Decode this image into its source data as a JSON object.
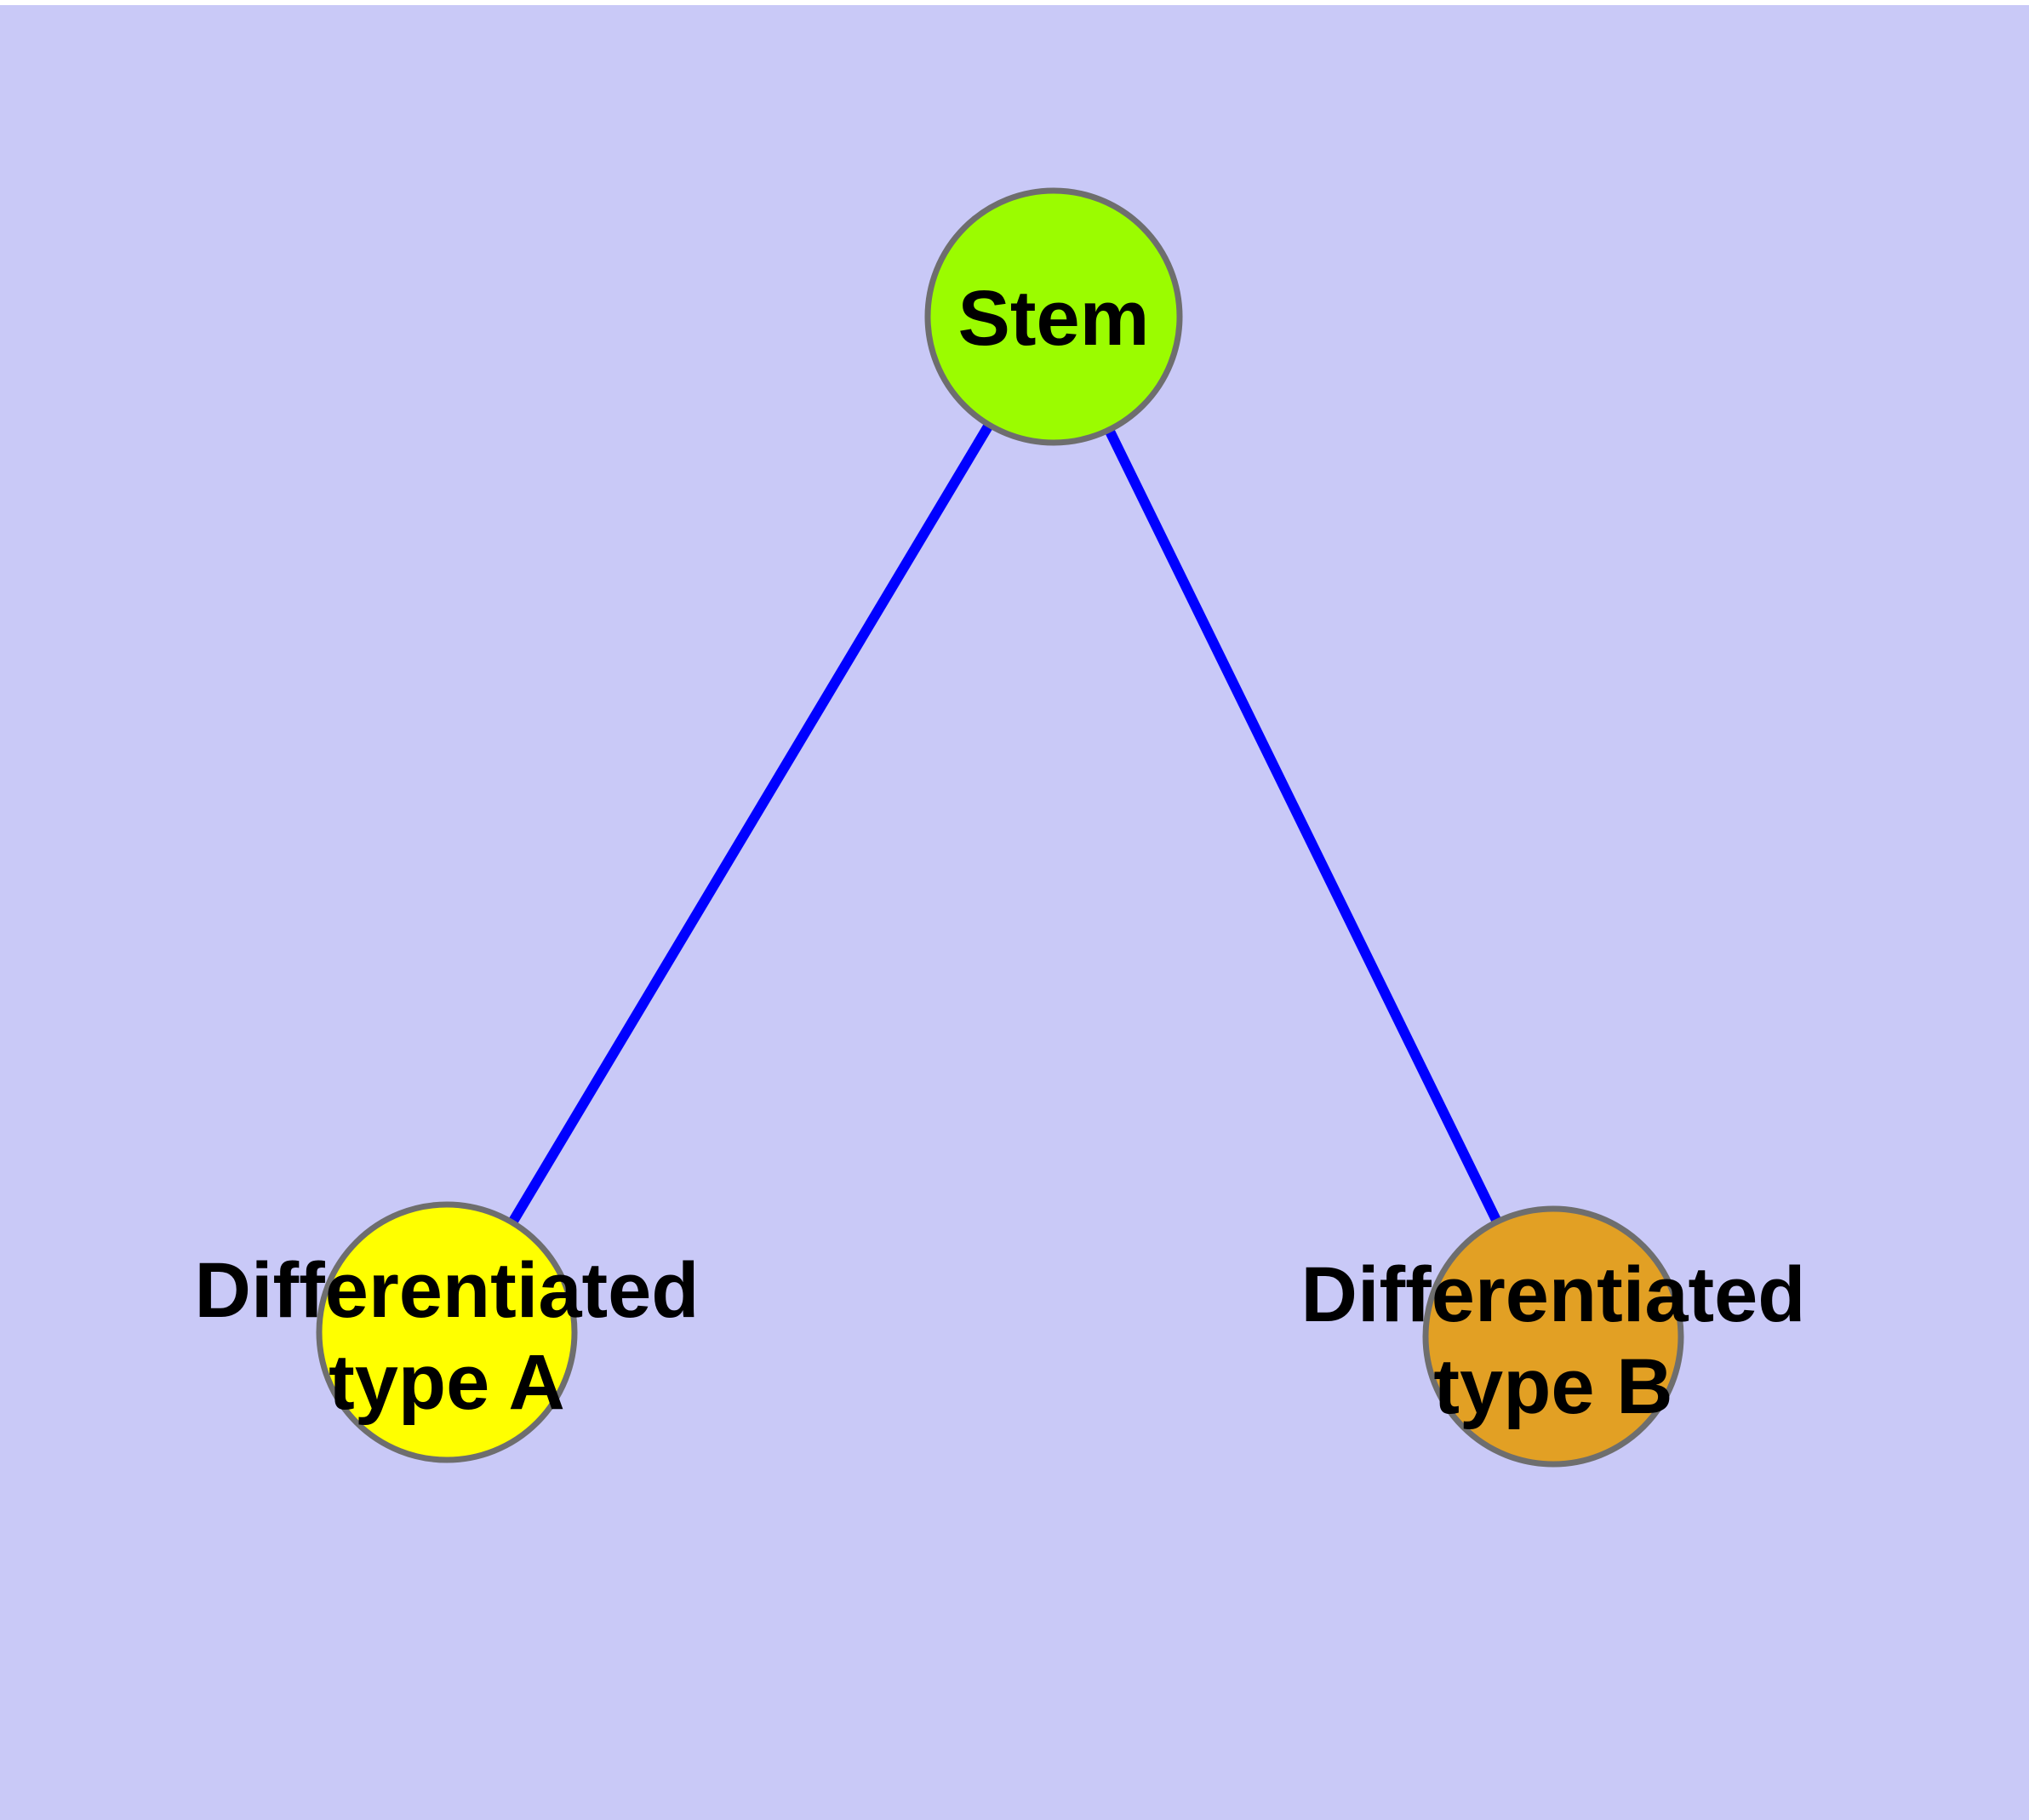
{
  "canvas": {
    "top_margin_color": "#ffffff",
    "background_color": "#c9c9f7"
  },
  "diagram": {
    "type": "tree",
    "edge_color": "#0000ff",
    "node_border_color": "#6e6e6e",
    "label_color": "#000000",
    "nodes": [
      {
        "id": "stem",
        "label": "Stem",
        "fill": "#9bfc00"
      },
      {
        "id": "type-a",
        "label": "Differentiated type A",
        "label_line1": "Differentiated",
        "label_line2": "type A",
        "fill": "#ffff00"
      },
      {
        "id": "type-b",
        "label": "Differentiated type B",
        "label_line1": "Differentiated",
        "label_line2": "type B",
        "fill": "#e2a024"
      }
    ],
    "edges": [
      {
        "from": "Stem",
        "to": "Differentiated type A"
      },
      {
        "from": "Stem",
        "to": "Differentiated type B"
      }
    ]
  }
}
